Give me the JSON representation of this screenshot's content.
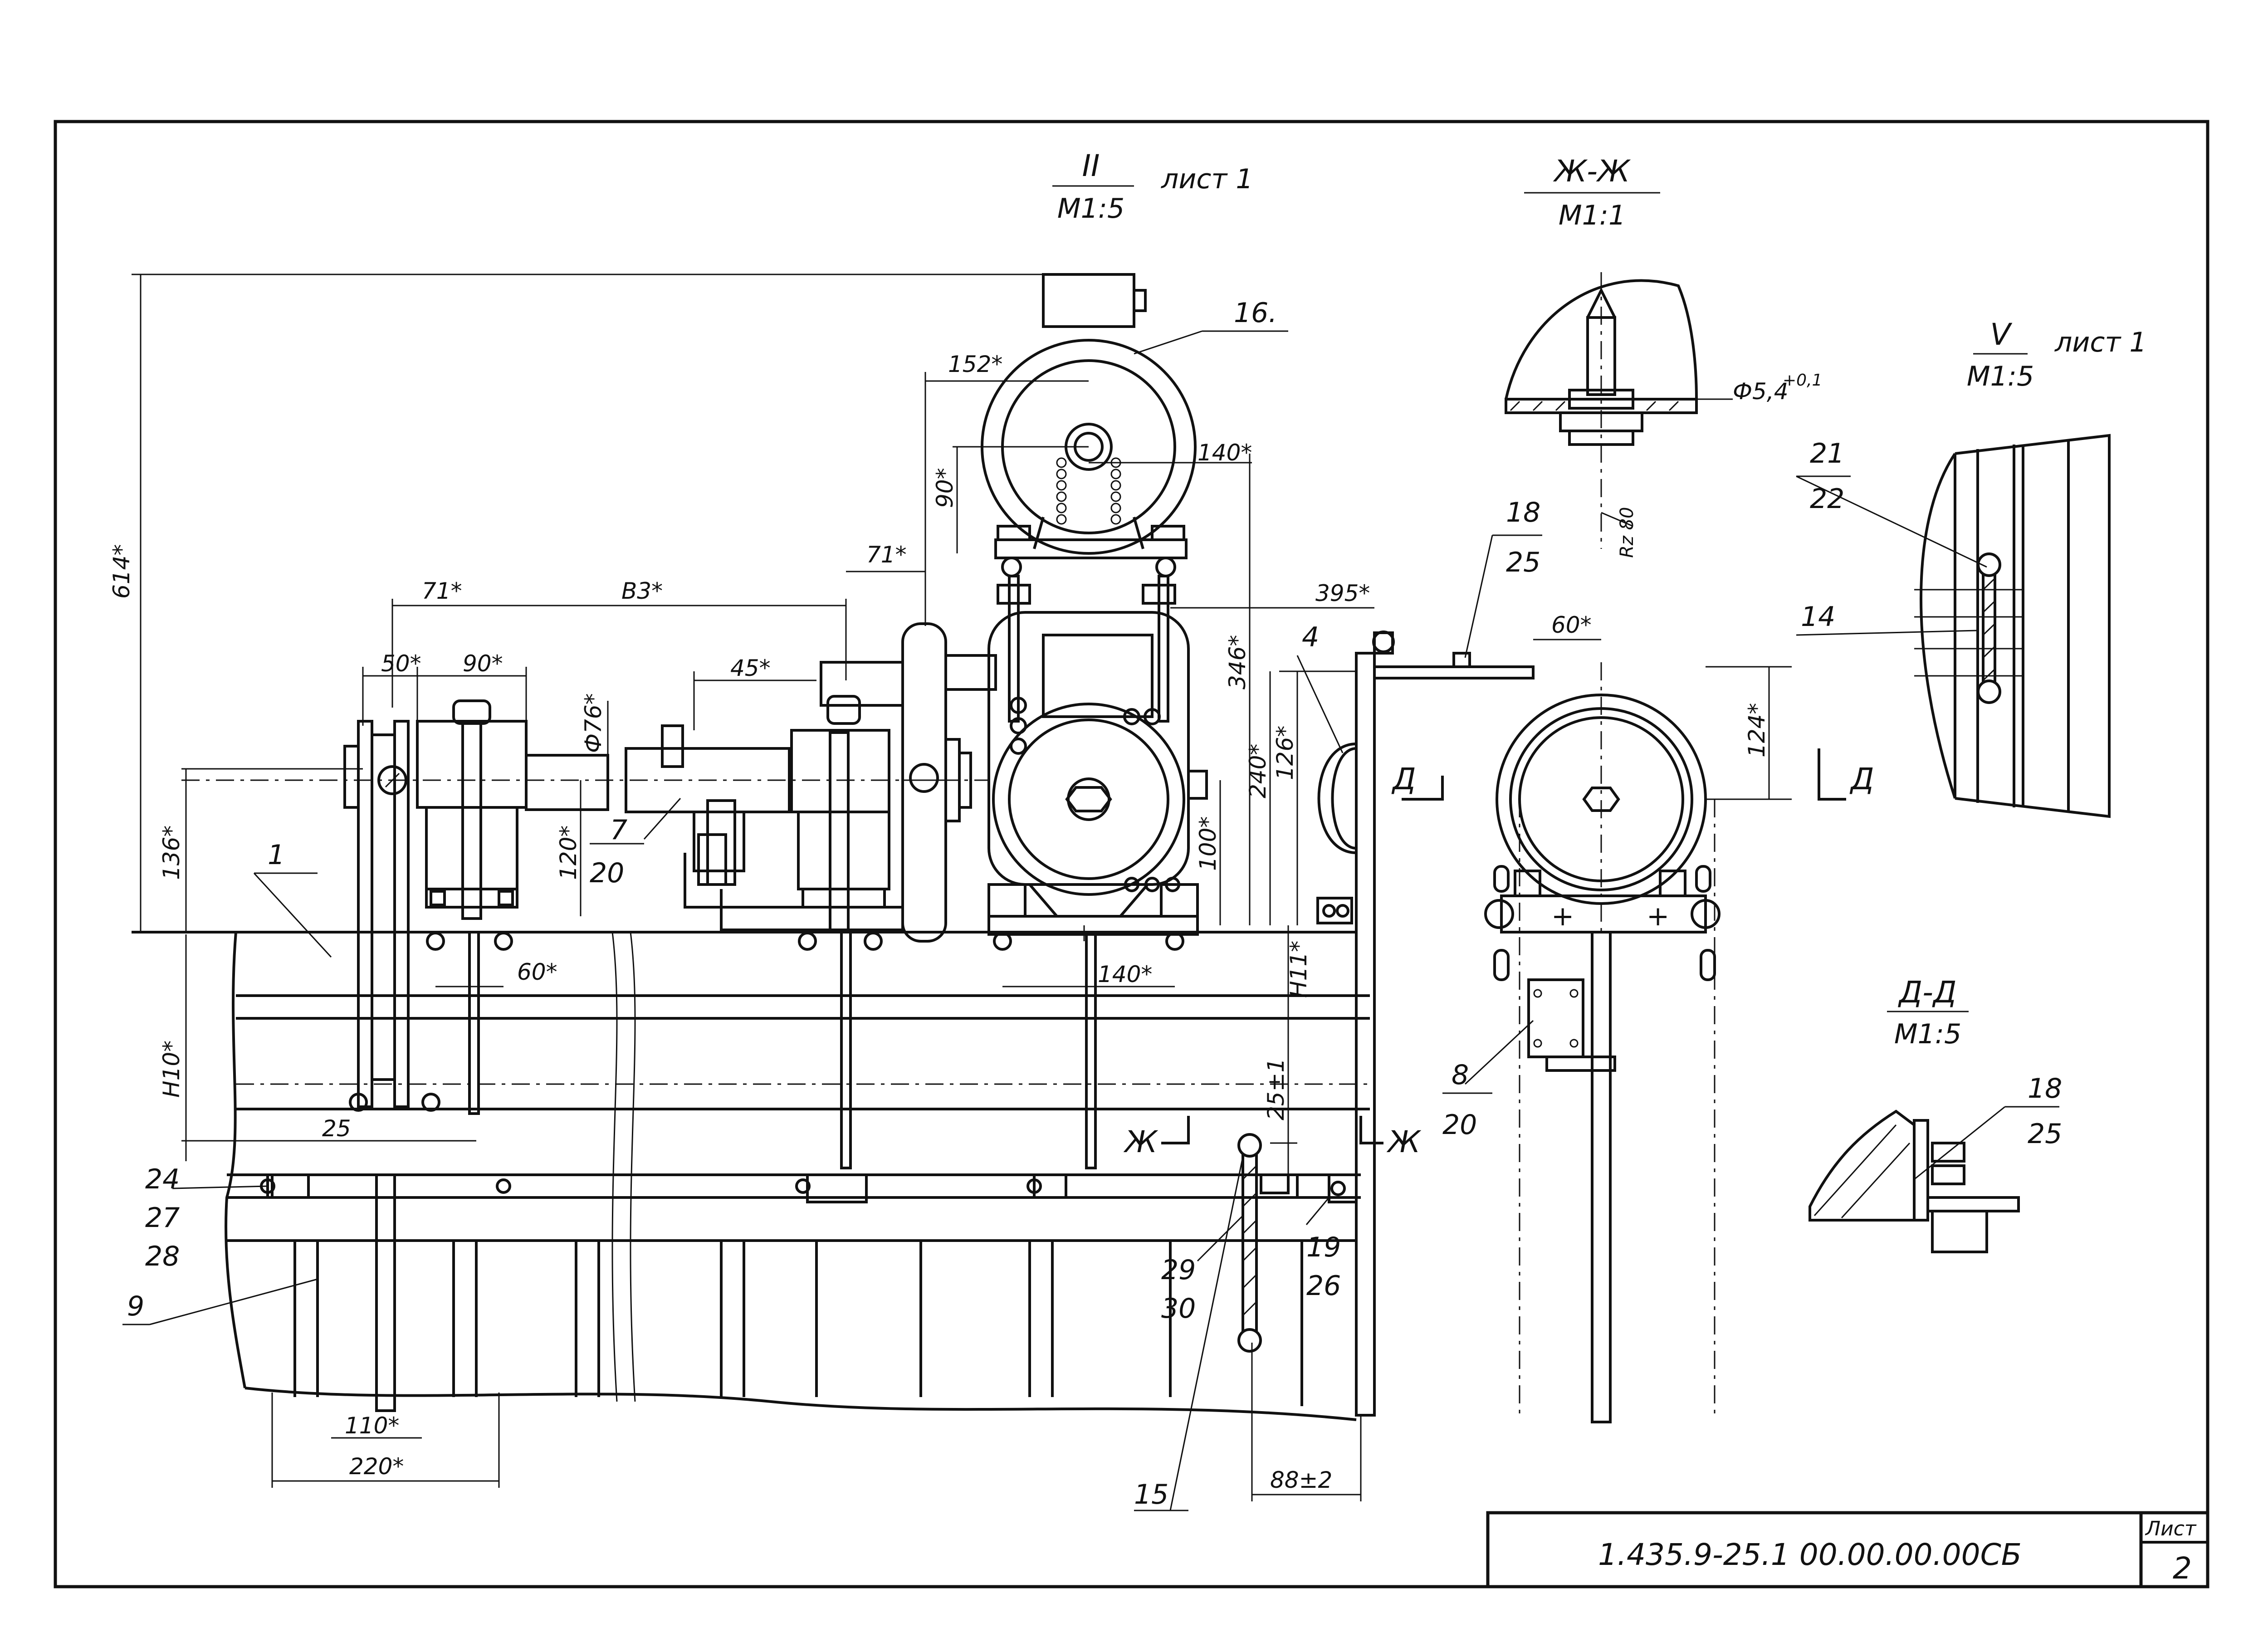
{
  "views": {
    "view_II": {
      "title": "II",
      "ref": "лист 1",
      "scale": "М1:5"
    },
    "view_ZH": {
      "title": "Ж-Ж",
      "scale": "М1:1",
      "hole": "Ф5,4",
      "hole_tol": "+0,1",
      "rough": "Rz 80"
    },
    "view_V": {
      "title": "V",
      "ref": "лист 1",
      "scale": "М1:5"
    },
    "view_D": {
      "title": "Д-Д",
      "scale": "М1:5"
    }
  },
  "dimensions": {
    "d614": "614*",
    "d136": "136*",
    "dH10": "H10*",
    "dH11": "H11*",
    "d71a": "71*",
    "dB3": "B3*",
    "d71b": "71*",
    "d152": "152*",
    "d90v": "90*",
    "d140top": "140*",
    "d346": "346*",
    "d395": "395*",
    "d60top": "60*",
    "d124": "124*",
    "d240": "240*",
    "d126": "126*",
    "d100": "100*",
    "d140bot": "140*",
    "d50": "50*",
    "d90": "90*",
    "dphi76": "Ф76*",
    "d45": "45*",
    "d120": "120*",
    "d60": "60*",
    "d25": "25",
    "d25pm1": "25±1",
    "d110": "110*",
    "d220": "220*",
    "d88": "88±2"
  },
  "section_marks": {
    "zh": "Ж",
    "d": "Д"
  },
  "labels": {
    "p1": "1",
    "p4": "4",
    "p7": "7",
    "p20a": "20",
    "p16": "16.",
    "p18a": "18",
    "p25a": "25",
    "p8": "8",
    "p20b": "20",
    "p21": "21",
    "p22": "22",
    "p14": "14",
    "p18b": "18",
    "p25b": "25",
    "p24": "24",
    "p27": "27",
    "p28": "28",
    "p9": "9",
    "p29": "29",
    "p30": "30",
    "p19": "19",
    "p26": "26",
    "p15": "15"
  },
  "title_block": {
    "code": "1.435.9-25.1  00.00.00.00СБ",
    "sheet_label": "Лист",
    "sheet_no": "2"
  }
}
